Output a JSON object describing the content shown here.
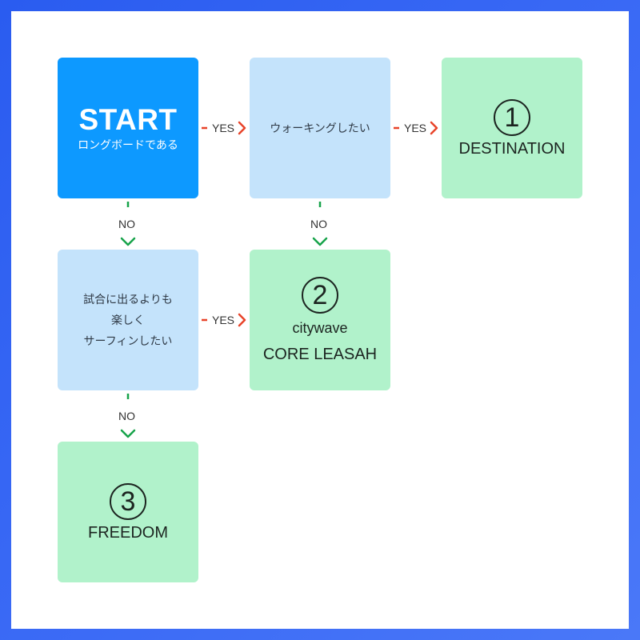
{
  "nodes": {
    "start": {
      "title": "START",
      "subtitle": "ロングボードである"
    },
    "walking": {
      "text": "ウォーキングしたい"
    },
    "surfing": {
      "line1": "試合に出るよりも",
      "line2": "楽しく",
      "line3": "サーフィンしたい"
    },
    "result1": {
      "number": "1",
      "title": "DESTINATION"
    },
    "result2": {
      "number": "2",
      "brand": "citywave",
      "title": "CORE LEASAH"
    },
    "result3": {
      "number": "3",
      "title": "FREEDOM"
    }
  },
  "edges": {
    "start_to_walking": "YES",
    "walking_to_result1": "YES",
    "surfing_to_result2": "YES",
    "start_to_surfing": "NO",
    "walking_to_result2": "NO",
    "surfing_to_result3": "NO"
  },
  "colors": {
    "start": "#0d99ff",
    "question": "#c4e3fb",
    "result": "#b1f2cb",
    "yes_arrow": "#e8442a",
    "no_arrow": "#17a34a",
    "frame": "#2a5cf0"
  }
}
